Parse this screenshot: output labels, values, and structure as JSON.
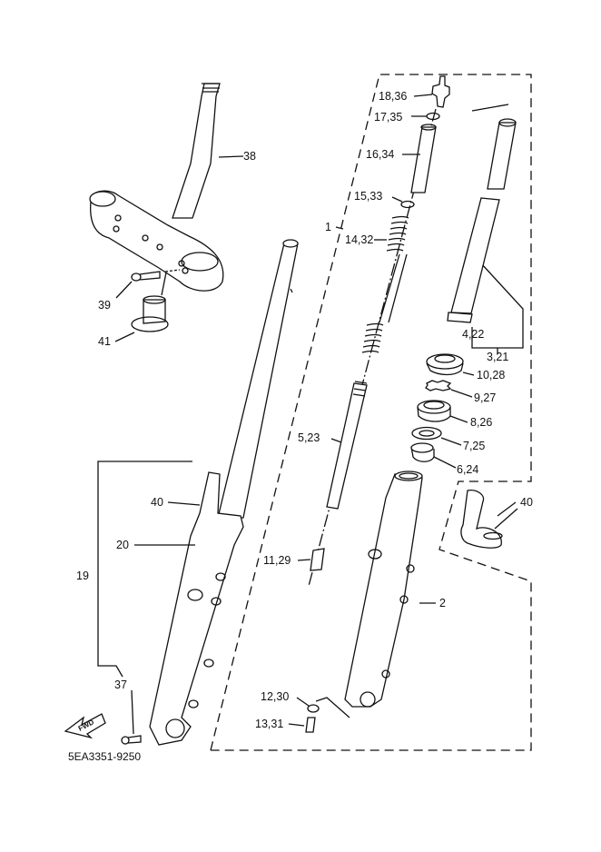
{
  "diagram": {
    "title": "Front fork exploded parts diagram",
    "drawing_code": "5EA3351-9250",
    "direction_badge": "FWD",
    "callouts": [
      {
        "id": "38",
        "text": "38"
      },
      {
        "id": "39",
        "text": "39"
      },
      {
        "id": "41",
        "text": "41"
      },
      {
        "id": "40-left",
        "text": "40"
      },
      {
        "id": "20",
        "text": "20"
      },
      {
        "id": "19",
        "text": "19"
      },
      {
        "id": "37",
        "text": "37"
      },
      {
        "id": "1",
        "text": "1"
      },
      {
        "id": "18-36",
        "text": "18,36"
      },
      {
        "id": "17-35",
        "text": "17,35"
      },
      {
        "id": "16-34",
        "text": "16,34"
      },
      {
        "id": "15-33",
        "text": "15,33"
      },
      {
        "id": "14-32",
        "text": "14,32"
      },
      {
        "id": "5-23",
        "text": "5,23"
      },
      {
        "id": "11-29",
        "text": "11,29"
      },
      {
        "id": "4-22",
        "text": "4,22"
      },
      {
        "id": "3-21",
        "text": "3,21"
      },
      {
        "id": "10-28",
        "text": "10,28"
      },
      {
        "id": "9-27",
        "text": "9,27"
      },
      {
        "id": "8-26",
        "text": "8,26"
      },
      {
        "id": "7-25",
        "text": "7,25"
      },
      {
        "id": "6-24",
        "text": "6,24"
      },
      {
        "id": "40-right",
        "text": "40"
      },
      {
        "id": "2",
        "text": "2"
      },
      {
        "id": "12-30",
        "text": "12,30"
      },
      {
        "id": "13-31",
        "text": "13,31"
      }
    ]
  }
}
